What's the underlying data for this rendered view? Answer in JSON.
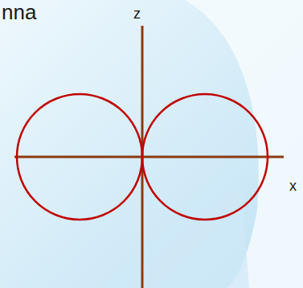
{
  "diagram": {
    "labels": [
      "nna",
      "z",
      "x"
    ]
  }
}
